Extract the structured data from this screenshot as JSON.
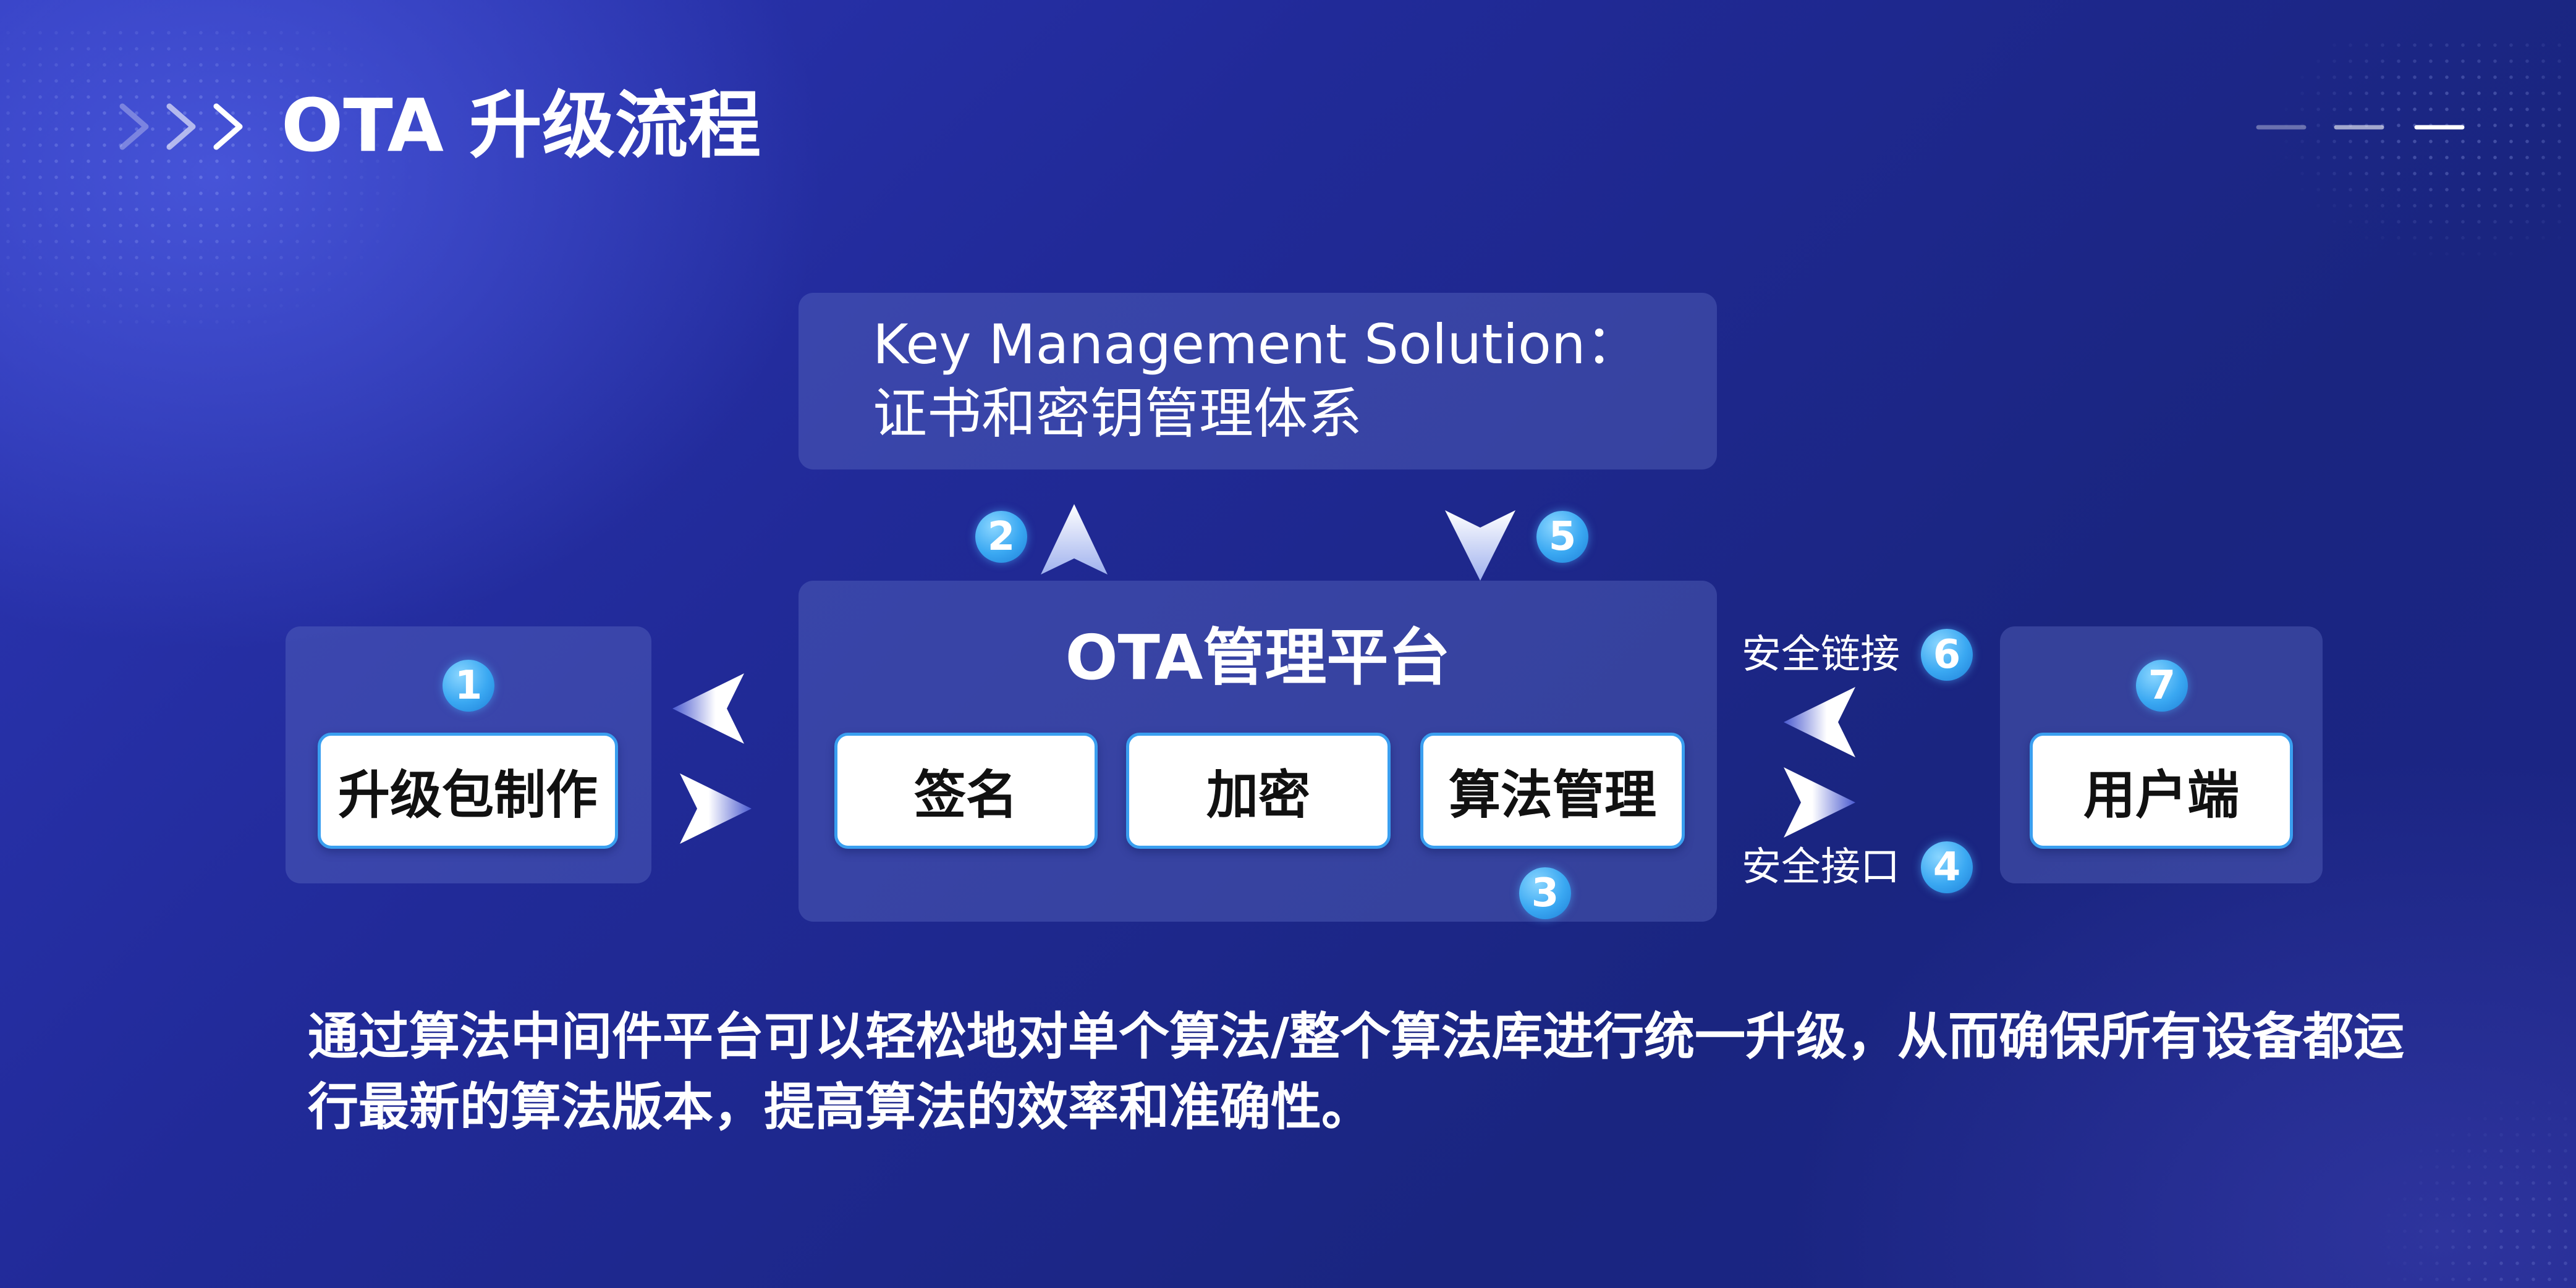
{
  "page": {
    "title": "OTA 升级流程",
    "description": "通过算法中间件平台可以轻松地对单个算法/整个算法库进行统一升级，从而确保所有设备都运行最新的算法版本，提高算法的效率和准确性。"
  },
  "key_management": {
    "line1": "Key Management Solution：",
    "line2": "证书和密钥管理体系"
  },
  "platform": {
    "title": "OTA管理平台",
    "modules": [
      "签名",
      "加密",
      "算法管理"
    ]
  },
  "left_box": {
    "label": "升级包制作"
  },
  "right_box": {
    "label": "用户端"
  },
  "links": {
    "secure_link": "安全链接",
    "secure_interface": "安全接口"
  },
  "steps": [
    "1",
    "2",
    "3",
    "4",
    "5",
    "6",
    "7"
  ],
  "colors": {
    "background": "#212a98",
    "panel": "#5e6cc4",
    "box_border": "#3a9ff0",
    "step_badge": "#3aa8f2"
  }
}
